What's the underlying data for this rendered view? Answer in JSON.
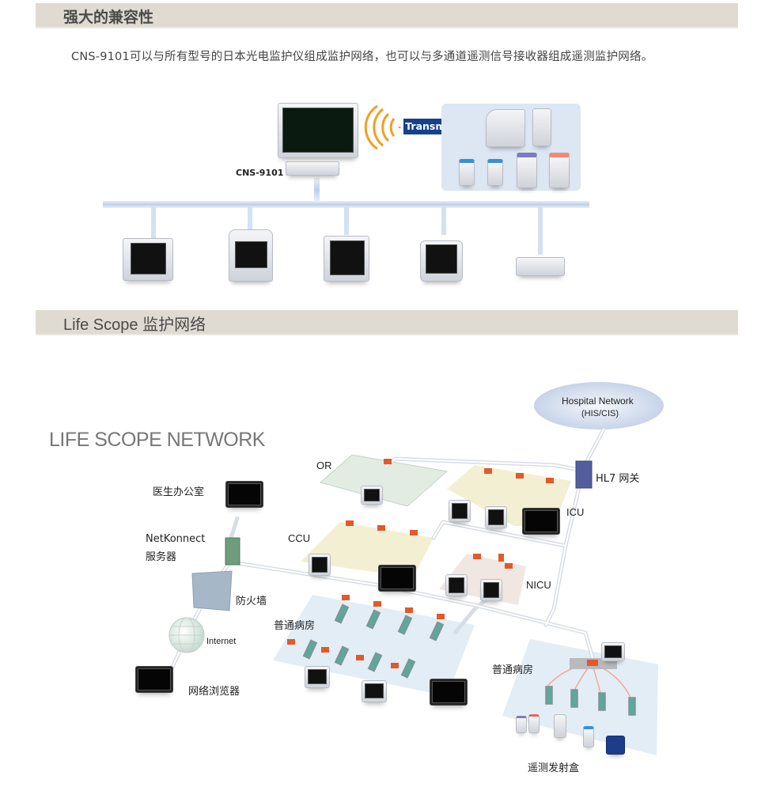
{
  "section1": {
    "title": "强大的兼容性",
    "intro": "CNS-9101可以与所有型号的日本光电监护仪组成监护网络，也可以与多通道遥测信号接收器组成遥测监护网络。",
    "central_station_label": "CNS-9101",
    "transmitters_label": "Transmitters",
    "bedside_monitor_count": 5,
    "transmitter_device_count": 6,
    "colors": {
      "bar": "#e0dbd2",
      "badge": "#14418b",
      "wave": "#f0a020",
      "panel": "#dde6f3"
    }
  },
  "section2": {
    "title": "Life Scope 监护网络",
    "diagram_title": "LIFE SCOPE NETWORK",
    "hospital_network": {
      "line1": "Hospital Network",
      "line2": "(HIS/CIS)"
    },
    "labels": {
      "hl7": "HL7 网关",
      "or": "OR",
      "icu": "ICU",
      "ccu": "CCU",
      "nicu": "NICU",
      "doctor_office": "医生办公室",
      "netkonnect_line1": "NetKonnect",
      "netkonnect_line2": "服务器",
      "firewall": "防火墙",
      "general_ward_1": "普通病房",
      "internet": "Internet",
      "web_browser": "网络浏览器",
      "general_ward_2": "普通病房",
      "telemetry_transmitter": "遥测发射盒"
    }
  }
}
